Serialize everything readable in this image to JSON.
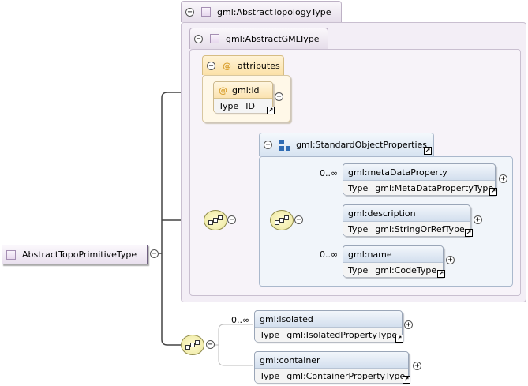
{
  "outer_type": {
    "name": "gml:AbstractTopologyType"
  },
  "inner_type": {
    "name": "gml:AbstractGMLType"
  },
  "attributes": {
    "label": "attributes",
    "id_attr": {
      "name": "gml:id",
      "type_key": "Type",
      "type_value": "ID"
    }
  },
  "group": {
    "name": "gml:StandardObjectProperties"
  },
  "elements": {
    "metaDataProperty": {
      "name": "gml:metaDataProperty",
      "type_key": "Type",
      "type_value": "gml:MetaDataPropertyType",
      "cardinality": "0..∞"
    },
    "description": {
      "name": "gml:description",
      "type_key": "Type",
      "type_value": "gml:StringOrRefType"
    },
    "name": {
      "name": "gml:name",
      "type_key": "Type",
      "type_value": "gml:CodeType",
      "cardinality": "0..∞"
    },
    "isolated": {
      "name": "gml:isolated",
      "type_key": "Type",
      "type_value": "gml:IsolatedPropertyType",
      "cardinality": "0..∞"
    },
    "container": {
      "name": "gml:container",
      "type_key": "Type",
      "type_value": "gml:ContainerPropertyType"
    }
  },
  "root": {
    "name": "AbstractTopoPrimitiveType"
  },
  "icons": {
    "collapse": "minus-circle-icon",
    "expand": "plus-circle-icon",
    "reference": "link-arrow-icon",
    "sequence": "sequence-compositor-icon",
    "group": "group-icon",
    "attribute": "at-sign-icon"
  },
  "colors": {
    "type_bg": "#f3eef6",
    "attr_bg": "#fff8e8",
    "element_head": "#d3dfee",
    "compositor": "#ece7a0"
  }
}
